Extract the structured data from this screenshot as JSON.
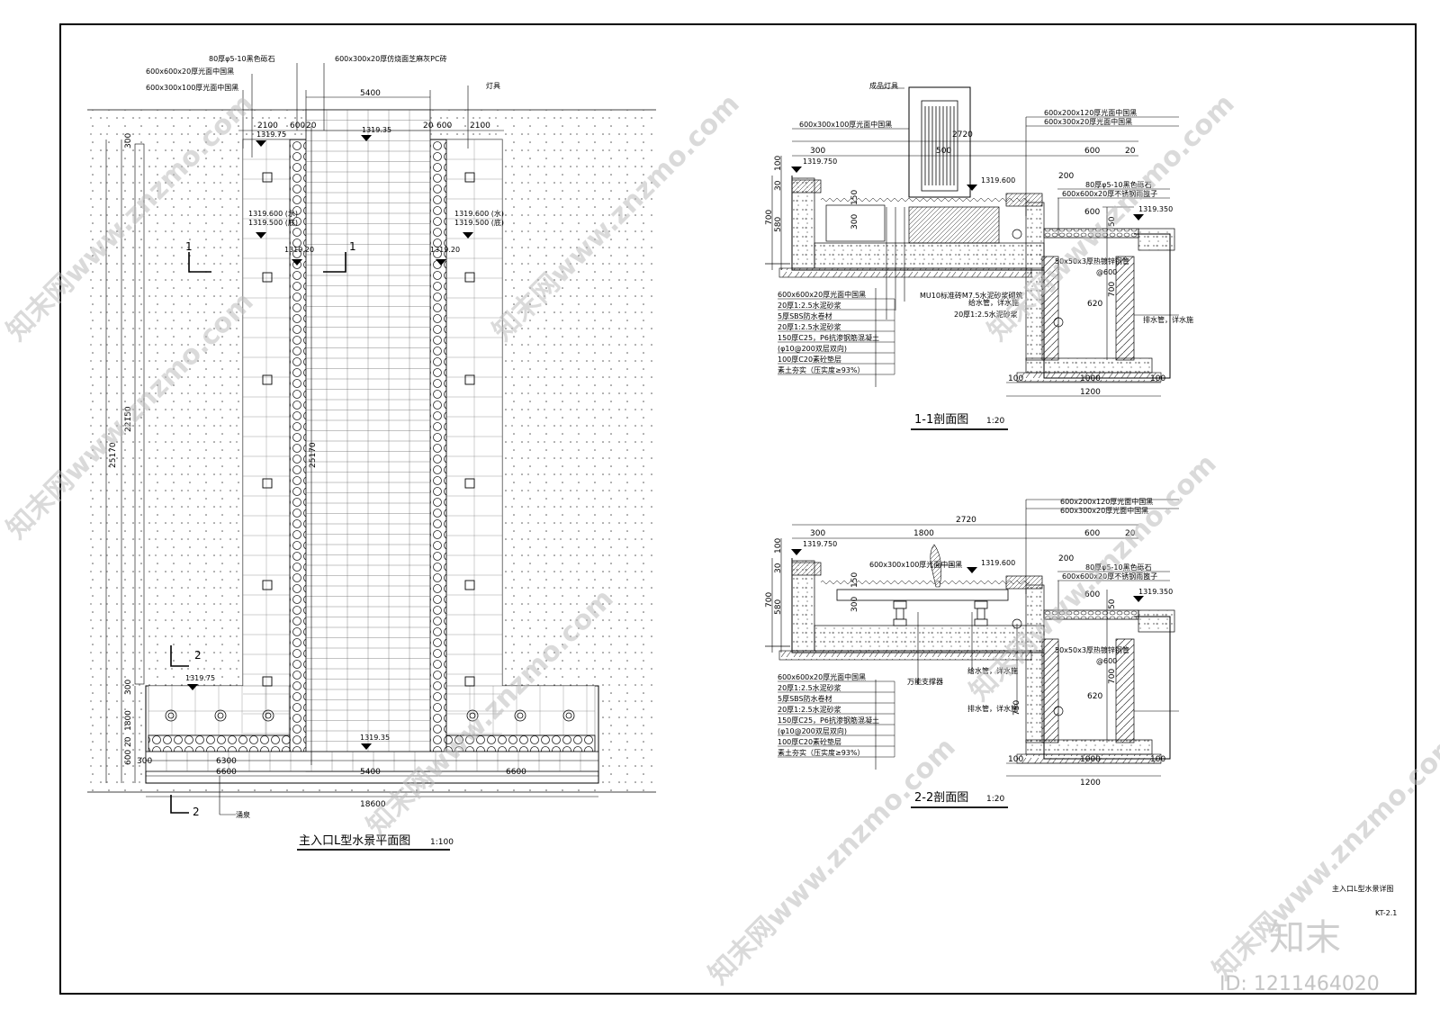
{
  "plan": {
    "title": "主入口L型水景平面图",
    "scale": "1:100",
    "labels": {
      "gravel": "80厚φ5-10黑色砾石",
      "pave1": "600x600x20厚光面中国黑",
      "pave2": "600x300x100厚光面中国黑",
      "pc": "600x300x20厚仿烧面芝麻灰PC砖",
      "lamp": "灯具",
      "spring": "涌泉"
    },
    "dims": {
      "top_center": "5400",
      "left_2100": "2100",
      "left_600": "600",
      "left_20": "20",
      "right_20": "20",
      "right_600": "600",
      "right_2100": "2100",
      "center_v": "25170",
      "left_v": "25170",
      "left_v2": "22150",
      "left_300": "300",
      "bot_300": "300",
      "bot_1800": "1800",
      "bot_20": "20",
      "bot_600": "600",
      "bot_300b": "300",
      "bot_6300": "6300",
      "bot_6600l": "6600",
      "bot_5400": "5400",
      "bot_6600r": "6600",
      "bot_18600": "18600"
    },
    "elev": {
      "e1": "1319.75",
      "e2": "1319.35",
      "e3": "1319.600 (水)",
      "e4": "1319.500 (底)",
      "e5": "1319.600 (水)",
      "e6": "1319.500 (底)",
      "e7": "1319.20",
      "e8": "1319.20",
      "e9": "1319.75",
      "e10": "1319.35"
    },
    "sec1": "1",
    "sec2": "2"
  },
  "s1": {
    "title": "1-1剖面图",
    "scale": "1:20",
    "lamp": "成品灯具",
    "top_labels": [
      "600x300x100厚光面中国黑",
      "600x200x120厚光面中国黑",
      "600x300x20厚光面中国黑"
    ],
    "right_labels": [
      "80厚φ5-10黑色砾石",
      "600x600x20厚不锈钢雨篦子"
    ],
    "pipe": "50x50x3厚热镀锌钢管",
    "pipe_sp": "@600",
    "inlet": "给水管，详水施",
    "drain": "排水管，详水施",
    "wall": "MU10标准砖M7.5水泥砂浆砌筑",
    "mortar2": "20厚1:2.5水泥砂浆",
    "layers": [
      "600x600x20厚光面中国黑",
      "20厚1:2.5水泥砂浆",
      "5厚SBS防水卷材",
      "20厚1:2.5水泥砂浆",
      "150厚C25，P6抗渗钢筋混凝土",
      "(φ10@200双层双向)",
      "100厚C20素砼垫层",
      "素土夯实（压实度≥93%）"
    ],
    "dims": {
      "d2720": "2720",
      "d300": "300",
      "d500": "500",
      "d600": "600",
      "d20": "20",
      "d200": "200",
      "d100": "100",
      "d30": "30",
      "d150": "150",
      "d300b": "300",
      "d700": "700",
      "d580": "580",
      "d600b": "600",
      "d50": "50",
      "d620": "620",
      "d700b": "700",
      "d100b": "100",
      "d1000": "1000",
      "d100c": "100",
      "d1200": "1200"
    },
    "elev": {
      "a": "1319.750",
      "b": "1319.600",
      "c": "1319.350"
    }
  },
  "s2": {
    "title": "2-2剖面图",
    "scale": "1:20",
    "top_labels": [
      "600x200x120厚光面中国黑",
      "600x300x20厚光面中国黑"
    ],
    "pave": "600x300x100厚光面中国黑",
    "right_labels": [
      "80厚φ5-10黑色砾石",
      "600x600x20厚不锈钢雨篦子"
    ],
    "pipe": "50x50x3厚热镀锌钢管",
    "pipe_sp": "@600",
    "support": "万能支撑器",
    "inlet": "给水管，详水施",
    "drain": "排水管，详水施",
    "layers": [
      "600x600x20厚光面中国黑",
      "20厚1:2.5水泥砂浆",
      "5厚SBS防水卷材",
      "20厚1:2.5水泥砂浆",
      "150厚C25，P6抗渗钢筋混凝土",
      "(φ10@200双层双向)",
      "100厚C20素砼垫层",
      "素土夯实（压实度≥93%）"
    ],
    "dims": {
      "d2720": "2720",
      "d300": "300",
      "d1800": "1800",
      "d600": "600",
      "d20": "20",
      "d200": "200",
      "d100": "100",
      "d30": "30",
      "d150": "150",
      "d300b": "300",
      "d700": "700",
      "d580": "580",
      "d600b": "600",
      "d50": "50",
      "d620": "620",
      "d700b": "700",
      "d750": "750",
      "d100b": "100",
      "d1000": "1000",
      "d100c": "100",
      "d1200": "1200"
    },
    "elev": {
      "a": "1319.750",
      "b": "1319.600",
      "c": "1319.350"
    }
  },
  "title_block": {
    "name": "主入口L型水景详图",
    "code": "KT-2.1"
  },
  "watermark": {
    "text": "知末网www.znzmo.com",
    "brand": "知末",
    "id": "ID: 1211464020"
  }
}
